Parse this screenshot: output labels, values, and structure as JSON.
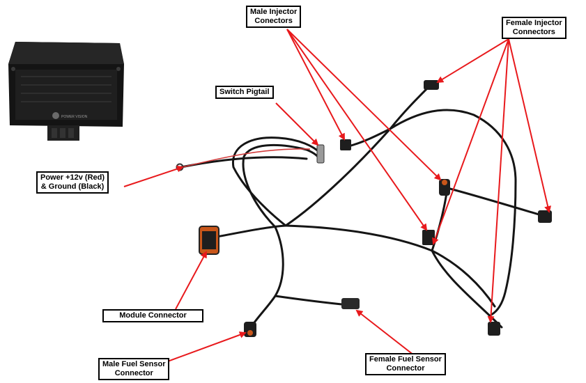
{
  "colors": {
    "arrow": "#e8191c",
    "cable": "#151515",
    "connector": "#1e1e1e",
    "module_connector": "#c8561a",
    "module_body": "#1b1b1b"
  },
  "module": {
    "logo_text": "POWER VISION"
  },
  "labels": {
    "male_injector": {
      "line1": "Male Injector",
      "line2": "Conectors"
    },
    "female_injector": {
      "line1": "Female Injector",
      "line2": "Connectors"
    },
    "switch_pigtail": {
      "line1": "Switch Pigtail"
    },
    "power_ground": {
      "line1": "Power +12v (Red)",
      "line2": "& Ground (Black)"
    },
    "module_connector": {
      "line1": "Module Connector"
    },
    "male_fuel_sensor": {
      "line1": "Male Fuel Sensor",
      "line2": "Connector"
    },
    "female_fuel_sensor": {
      "line1": "Female Fuel Sensor",
      "line2": "Connector"
    }
  }
}
